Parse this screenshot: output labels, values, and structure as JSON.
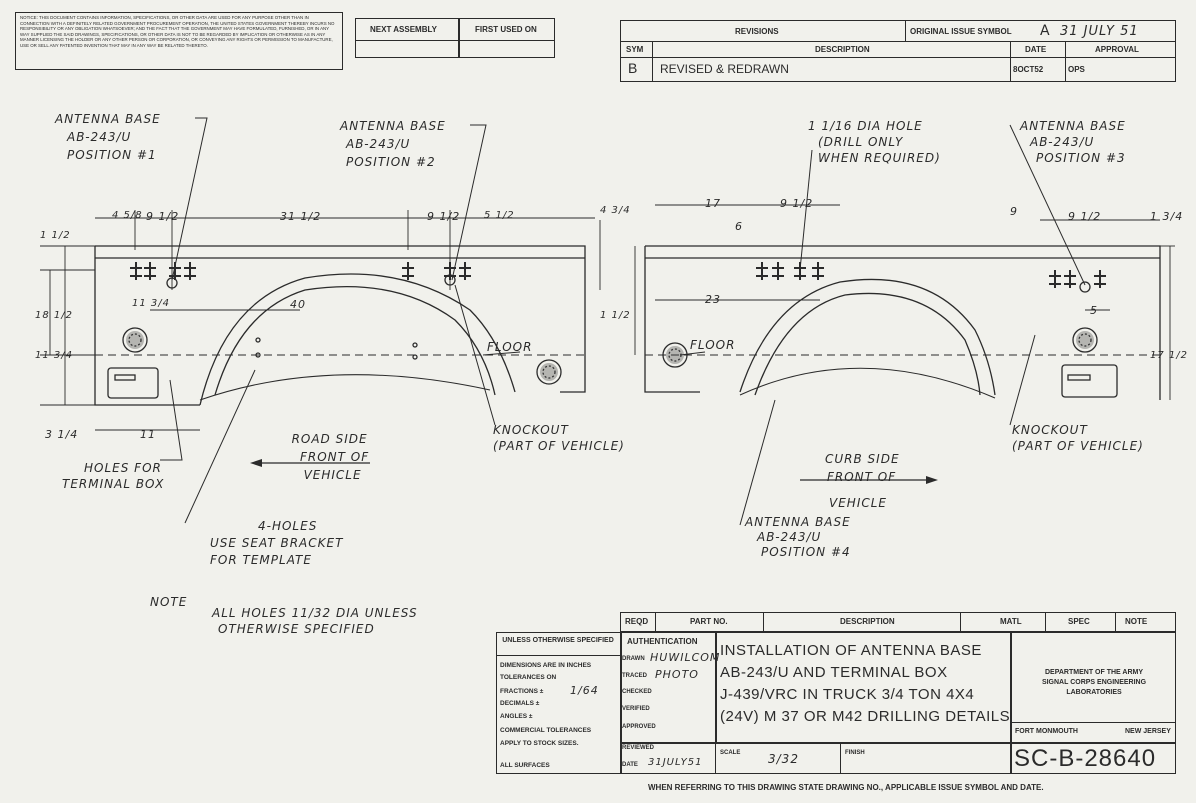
{
  "header": {
    "notice_text": "NOTICE: THIS DOCUMENT CONTAINS INFORMATION, SPECIFICATIONS, OR OTHER DATA ARE USED FOR ANY PURPOSE OTHER THAN IN CONNECTION WITH A DEFINITELY RELATED GOVERNMENT PROCUREMENT OPERATION, THE UNITED STATES GOVERNMENT THEREBY INCURS NO RESPONSIBILITY OR ANY OBLIGATION WHATSOEVER; AND THE FACT THAT THE GOVERNMENT MAY HAVE FORMULATED, FURNISHED, OR IN ANY WAY SUPPLIED THE SAID DRAWINGS, SPECIFICATIONS, OR OTHER DATA IS NOT TO BE REGARDED BY IMPLICATION OR OTHERWISE AS IN ANY MANNER LICENSING THE HOLDER OR ANY OTHER PERSON OR CORPORATION, OR CONVEYING ANY RIGHTS OR PERMISSION TO MANUFACTURE, USE OR SELL ANY PATENTED INVENTION THAT MAY IN ANY WAY BE RELATED THERETO.",
    "next_assembly": "NEXT ASSEMBLY",
    "first_used_on": "FIRST USED ON",
    "revisions": "REVISIONS",
    "original_issue_symbol": "ORIGINAL ISSUE SYMBOL",
    "issue_symbol_value": "A",
    "issue_date": "31 JULY 51",
    "sym": "SYM",
    "description": "DESCRIPTION",
    "date": "DATE",
    "approval": "APPROVAL",
    "rev_sym": "B",
    "rev_desc": "REVISED & REDRAWN",
    "rev_date": "8OCT52",
    "rev_approval": "OPS"
  },
  "labels": {
    "ant1": [
      "ANTENNA BASE",
      "AB-243/U",
      "POSITION #1"
    ],
    "ant2": [
      "ANTENNA BASE",
      "AB-243/U",
      "POSITION #2"
    ],
    "hole": [
      "1 1/16 DIA HOLE",
      "(DRILL ONLY",
      "WHEN REQUIRED)"
    ],
    "ant3": [
      "ANTENNA BASE",
      "AB-243/U",
      "POSITION #3"
    ],
    "ant4": [
      "ANTENNA BASE",
      "AB-243/U",
      "POSITION #4"
    ],
    "floor1": "FLOOR",
    "floor2": "FLOOR",
    "knock1": [
      "KNOCKOUT",
      "(PART OF VEHICLE)"
    ],
    "knock2": [
      "KNOCKOUT",
      "(PART OF VEHICLE)"
    ],
    "road": [
      "ROAD SIDE",
      "FRONT OF",
      "VEHICLE"
    ],
    "curb": [
      "CURB SIDE",
      "FRONT OF",
      "VEHICLE"
    ],
    "term": [
      "HOLES FOR",
      "TERMINAL BOX"
    ],
    "four": [
      "4-HOLES",
      "USE SEAT BRACKET",
      "FOR TEMPLATE"
    ],
    "note_head": "NOTE",
    "note_body": [
      "ALL HOLES 11/32 DIA UNLESS",
      "OTHERWISE SPECIFIED"
    ]
  },
  "dims": {
    "d1": "4 5/8",
    "d2": "9 1/2",
    "d3": "31 1/2",
    "d4": "9 1/2",
    "d5": "5 1/2",
    "d6": "1 1/2",
    "d7": "40",
    "d8": "11 3/4",
    "d9": "18 1/2",
    "d10": "11 3/4",
    "d11": "3 1/4",
    "d12": "11",
    "d13": "4 3/4",
    "d14": "1 1/2",
    "d15": "17",
    "d16": "9 1/2",
    "d17": "6",
    "d18": "23",
    "d19": "9 1/2",
    "d20": "1 3/4",
    "d21": "5",
    "d22": "17 1/2",
    "d23": "9"
  },
  "title_block": {
    "reqd": "REQD",
    "part_no": "PART NO.",
    "desc": "DESCRIPTION",
    "matl": "MATL",
    "spec": "SPEC",
    "note": "NOTE",
    "unless": "UNLESS OTHERWISE SPECIFIED",
    "dims_in": "DIMENSIONS ARE IN INCHES",
    "tol_on": "TOLERANCES ON",
    "fractions": "FRACTIONS ±",
    "fractions_val": "1/64",
    "decimals": "DECIMALS ±",
    "angles": "ANGLES ±",
    "commercial": "COMMERCIAL TOLERANCES",
    "apply": "APPLY TO STOCK SIZES.",
    "all_surf": "ALL SURFACES",
    "auth": "AUTHENTICATION",
    "drawn": "DRAWN",
    "drawn_val": "HUWILCOM",
    "traced": "TRACED",
    "traced_val": "PHOTO",
    "checked": "CHECKED",
    "verified": "VERIFIED",
    "approved": "APPROVED",
    "reviewed": "REVIEWED",
    "date": "DATE",
    "date_val": "31JULY51",
    "scale": "SCALE",
    "scale_val": "3/32",
    "finish": "FINISH",
    "title": [
      "INSTALLATION OF ANTENNA BASE",
      "AB-243/U AND TERMINAL BOX",
      "J-439/VRC IN TRUCK 3/4 TON 4X4",
      "(24V) M 37 OR M42 DRILLING DETAILS"
    ],
    "dept": [
      "DEPARTMENT OF THE ARMY",
      "SIGNAL CORPS ENGINEERING",
      "LABORATORIES"
    ],
    "fort": "FORT MONMOUTH",
    "nj": "NEW JERSEY",
    "dwg_no": "SC-B-28640"
  },
  "footer": "WHEN REFERRING TO THIS DRAWING STATE DRAWING NO., APPLICABLE ISSUE SYMBOL AND DATE."
}
